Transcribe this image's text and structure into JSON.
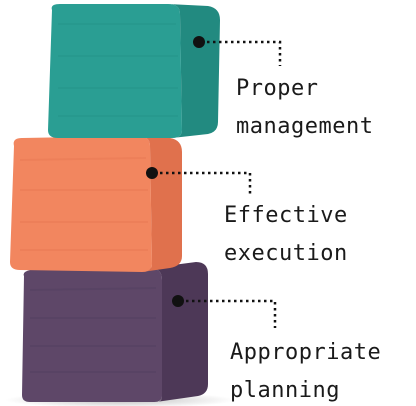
{
  "blocks": [
    {
      "color": "#2a9e93",
      "label": [
        "Proper",
        "management"
      ]
    },
    {
      "color": "#f2865f",
      "label": [
        "Effective",
        "execution"
      ]
    },
    {
      "color": "#5e4768",
      "label": [
        "Appropriate",
        "planning"
      ]
    }
  ]
}
